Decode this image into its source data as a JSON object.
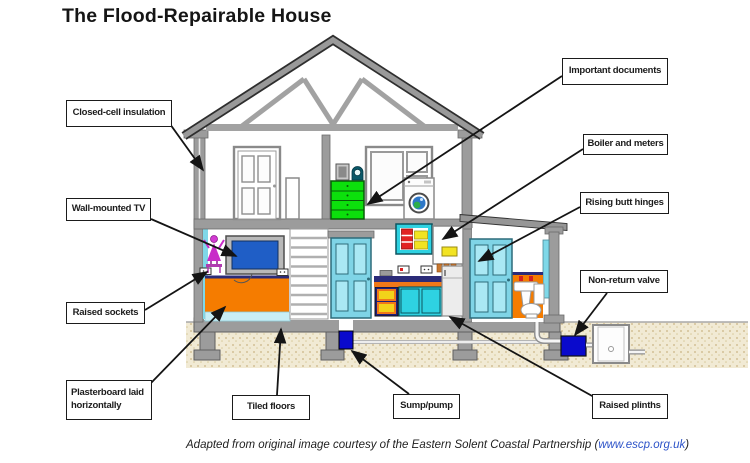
{
  "title": "The Flood-Repairable House",
  "labels": {
    "closed_cell": "Closed-cell insulation",
    "wall_tv": "Wall-mounted TV",
    "raised_sockets": "Raised sockets",
    "plasterboard": "Plasterboard laid horizontally",
    "tiled_floors": "Tiled floors",
    "sump_pump": "Sump/pump",
    "important_documents": "Important documents",
    "boiler_meters": "Boiler and meters",
    "rising_hinges": "Rising butt hinges",
    "non_return": "Non-return valve",
    "raised_plinths": "Raised plinths"
  },
  "footer": {
    "prefix": "Adapted from original image courtesy of the Eastern Solent Coastal Partnership (",
    "link_text": "www.escp.org.uk",
    "suffix": ")"
  },
  "colors": {
    "structure_gray": "#9c9c9c",
    "roof_outline": "#2e2e2e",
    "insulation_cyan": "#7fd8e8",
    "door_cyan": "#7fd4e6",
    "cabinet_teal": "#2ed2e2",
    "plasterboard_orange": "#f57c00",
    "counter_navy": "#2b2b78",
    "drawers_green": "#0ce00c",
    "tv_screen_blue": "#1f5ec6",
    "pump_valve_blue": "#0a0acc",
    "person_magenta": "#c82cc8",
    "ground_beige": "#f1ead4",
    "tiled_floor_cyan": "#c9eef5",
    "link_blue": "#2d53c8"
  }
}
